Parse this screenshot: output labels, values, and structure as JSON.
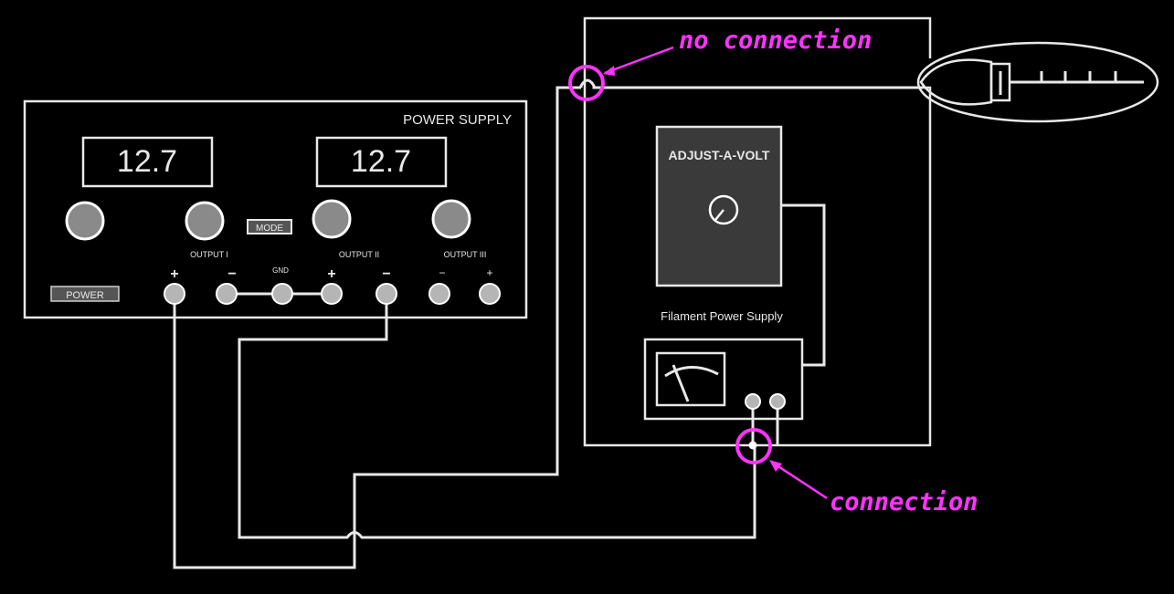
{
  "power_supply": {
    "title": "POWER SUPPLY",
    "display_1": "12.7",
    "display_2": "12.7",
    "mode_label": "MODE",
    "power_label": "POWER",
    "output_1_label": "OUTPUT I",
    "output_2_label": "OUTPUT II",
    "output_3_label": "OUTPUT III",
    "gnd_label": "GND",
    "terminal_signs": [
      "+",
      "−",
      "+",
      "−",
      "−",
      "+"
    ]
  },
  "adjust_a_volt": {
    "title": "ADJUST-A-VOLT"
  },
  "filament_supply": {
    "label": "Filament Power Supply"
  },
  "annotations": {
    "no_connection": "no connection",
    "connection": "connection"
  },
  "colors": {
    "background": "#000000",
    "line": "#e8e8e8",
    "annotation": "#ff33ff",
    "panel": "#3a3a3a"
  }
}
